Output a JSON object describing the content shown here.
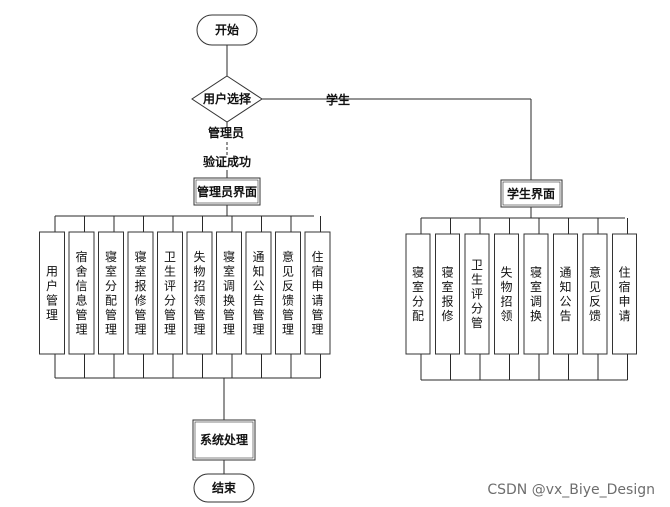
{
  "flow": {
    "start": "开始",
    "choice": "用户选择",
    "student_branch": "学生",
    "admin_branch": "管理员",
    "verify": "验证成功",
    "admin_ui": "管理员界面",
    "student_ui": "学生界面",
    "process": "系统处理",
    "end": "结束"
  },
  "admin_modules": [
    "用户管理",
    "宿舍信息管理",
    "寝室分配管理",
    "寝室报修管理",
    "卫生评分管理",
    "失物招领管理",
    "寝室调换管理",
    "通知公告管理",
    "意见反馈管理",
    "住宿申请管理"
  ],
  "student_modules": [
    "寝室分配",
    "寝室报修",
    "卫生评分管",
    "失物招领",
    "寝室调换",
    "通知公告",
    "意见反馈",
    "住宿申请"
  ],
  "watermark": "CSDN @vx_Biye_Design",
  "colors": {
    "line": "#2a2a2a",
    "box_border": "#333333",
    "box_fill": "#ffffff"
  }
}
